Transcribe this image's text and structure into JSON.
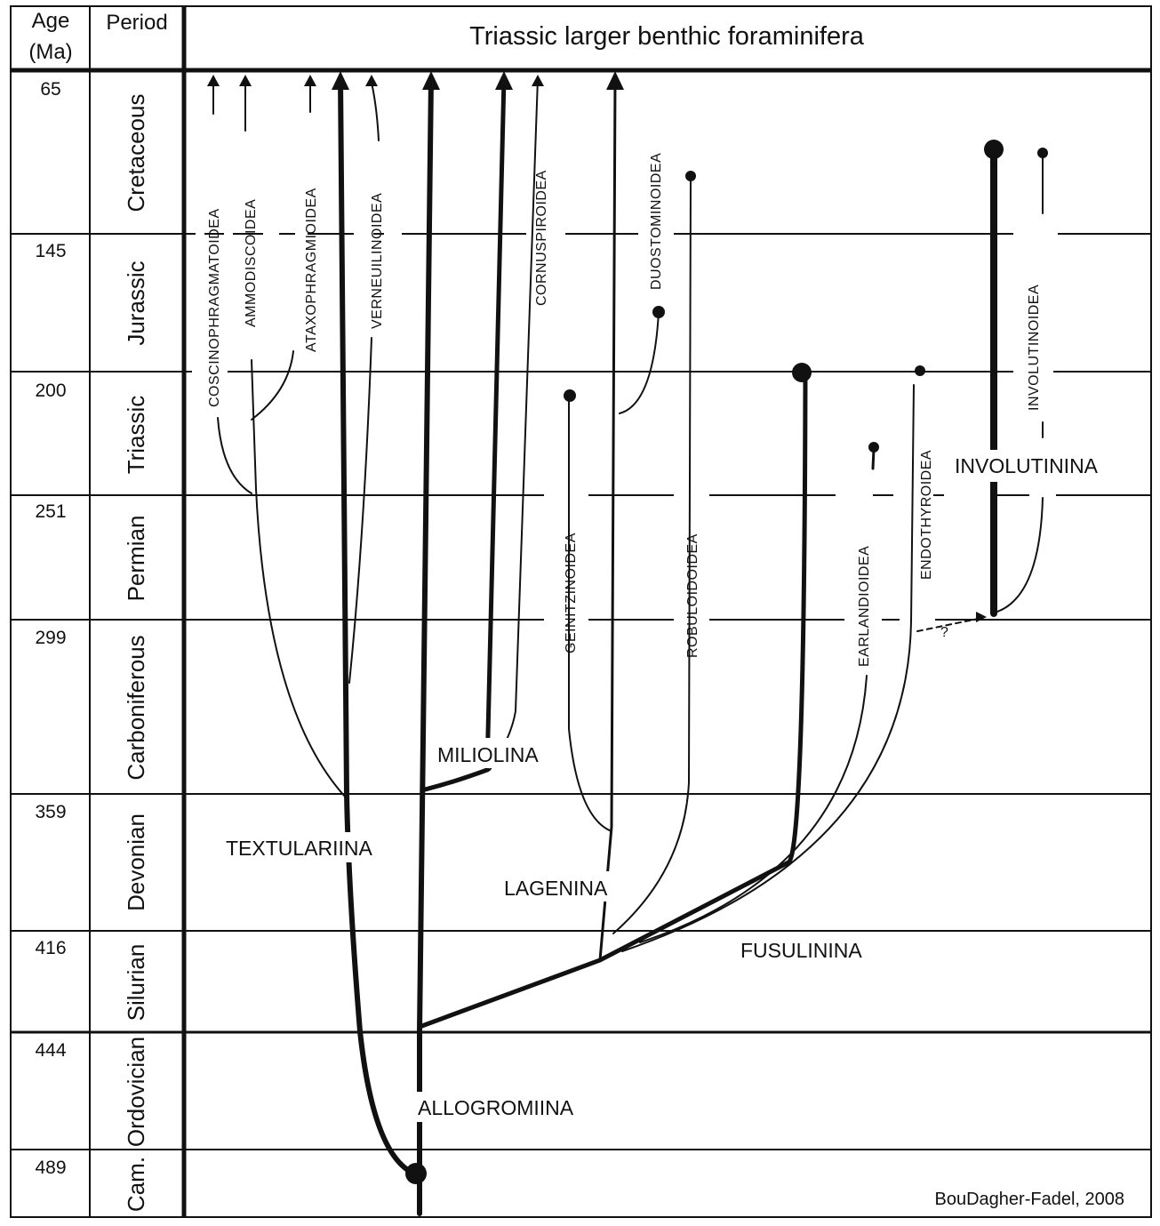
{
  "header": {
    "age_label_1": "Age",
    "age_label_2": "(Ma)",
    "period_label": "Period",
    "title": "Triassic larger benthic foraminifera"
  },
  "ages": [
    "65",
    "145",
    "200",
    "251",
    "299",
    "359",
    "416",
    "444",
    "489"
  ],
  "periods": [
    "Cretaceous",
    "Jurassic",
    "Triassic",
    "Permian",
    "Carboniferous",
    "Devonian",
    "Silurian",
    "Ordovician",
    "Cam."
  ],
  "suborders": {
    "textulariina": "TEXTULARIINA",
    "miliolina": "MILIOLINA",
    "lagenina": "LAGENINA",
    "fusulinina": "FUSULININA",
    "allogromiina": "ALLOGROMIINA",
    "involutinina": "INVOLUTININA"
  },
  "superfamilies": {
    "coscinophragmatoidea": "COSCINOPHRAGMATOIDEA",
    "ammodiscoidea": "AMMODISCOIDEA",
    "ataxophragmioidea": "ATAXOPHRAGMIOIDEA",
    "verneuilinoidea": "VERNEUILINOIDEA",
    "cornuspiroidea": "CORNUSPIROIDEA",
    "duostominoidea": "DUOSTOMINOIDEA",
    "geinitzinoidea": "GEINITZINOIDEA",
    "robuloidoidea": "ROBULOIDOIDEA",
    "earlandioidea": "EARLANDIOIDEA",
    "endothyroidea": "ENDOTHYROIDEA",
    "involutinoidea": "INVOLUTINOIDEA"
  },
  "uncertain_mark": "?",
  "credit": "BouDagher-Fadel, 2008"
}
